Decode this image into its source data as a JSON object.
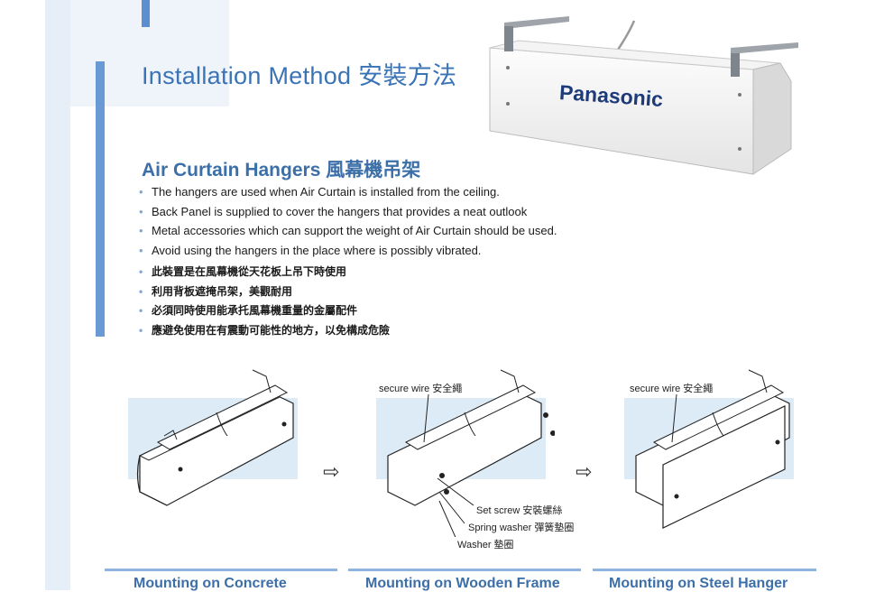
{
  "page_title": "Installation Method 安裝方法",
  "brand": "Panasonic",
  "section_title": "Air Curtain Hangers 風幕機吊架",
  "bullets_en": [
    "The hangers are used when Air Curtain is installed from the ceiling.",
    "Back Panel is supplied to cover the hangers that provides a neat outlook",
    "Metal accessories which can support the weight of Air Curtain should be used.",
    "Avoid using the hangers in the place where is possibly vibrated."
  ],
  "bullets_zh": [
    "此裝置是在風幕機從天花板上吊下時使用",
    "利用背板遮掩吊架，美觀耐用",
    "必須同時使用能承托風幕機重量的金屬配件",
    "應避免使用在有震動可能性的地方，以免構成危險"
  ],
  "callouts": {
    "secure_wire": "secure wire 安全繩",
    "secure_wire_2": "secure wire 安全繩",
    "set_screw": "Set screw 安裝螺絲",
    "spring_washer": "Spring washer 彈簧墊圈",
    "washer": "Washer 墊圈"
  },
  "arrow_glyph": "⇨",
  "captions": [
    "Mounting on Concrete",
    "Mounting on Wooden Frame",
    "Mounting on Steel Hanger"
  ],
  "colors": {
    "title_blue": "#3a73b6",
    "section_blue": "#3c6fa8",
    "panel_blue": "#ddebf7"
  }
}
